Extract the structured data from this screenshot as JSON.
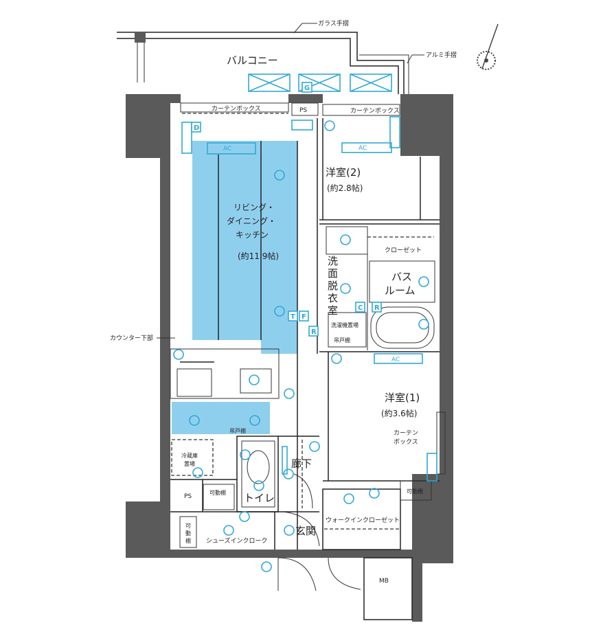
{
  "plan": {
    "balcony": "バルコニー",
    "glass_railing": "ガラス手摺",
    "aluminum_railing": "アルミ手摺",
    "curtain_box": "カーテンボックス",
    "ps": "PS",
    "ldk": {
      "name_1": "リビング・",
      "name_2": "ダイニング・",
      "name_3": "キッチン",
      "size": "(約11.9帖)"
    },
    "western_2": {
      "name": "洋室(2)",
      "size": "(約2.8帖)"
    },
    "western_1": {
      "name": "洋室(1)",
      "size": "(約3.6帖)"
    },
    "closet": "クローゼット",
    "washroom": [
      "洗",
      "面",
      "脱",
      "衣",
      "室"
    ],
    "bathroom_1": "バス",
    "bathroom_2": "ルーム",
    "washer_space": "洗濯機置場",
    "wall_cabinet": "吊戸棚",
    "counter_lower": "カウンター下部",
    "curtain_box_1": "カーテン",
    "curtain_box_2": "ボックス",
    "fridge_1": "冷蔵庫",
    "fridge_2": "置場",
    "hallway": "廊下",
    "toilet": "トイレ",
    "movable_shelf": "可動棚",
    "movable_shelf_v": [
      "可",
      "動",
      "棚"
    ],
    "shoes_in_cloak": "シューズインクローク",
    "entrance": "玄関",
    "walk_in_closet": "ウォークインクローゼット",
    "mb": "MB",
    "ac": "AC",
    "badges": {
      "d": "D",
      "g": "G",
      "t": "T",
      "f": "F",
      "r": "R",
      "c": "C"
    }
  },
  "colors": {
    "wall": "#5a5a5a",
    "accent": "#2fa8d6",
    "room_fill": "#8fcfee"
  }
}
